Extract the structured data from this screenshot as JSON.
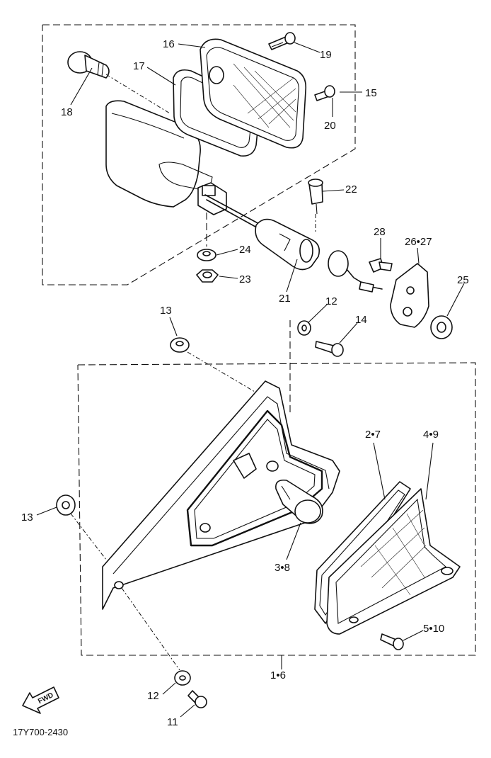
{
  "callouts": {
    "c1": "1•6",
    "c2": "2•7",
    "c3": "3•8",
    "c4": "4•9",
    "c5": "5•10",
    "c11": "11",
    "c12a": "12",
    "c12b": "12",
    "c13a": "13",
    "c13b": "13",
    "c14": "14",
    "c15": "15",
    "c16": "16",
    "c17": "17",
    "c18": "18",
    "c19": "19",
    "c20": "20",
    "c21": "21",
    "c22": "22",
    "c23": "23",
    "c24": "24",
    "c25": "25",
    "c26": "26•27",
    "c28": "28"
  },
  "fwd_label": "FWD",
  "diagram_code": "17Y700-2430"
}
